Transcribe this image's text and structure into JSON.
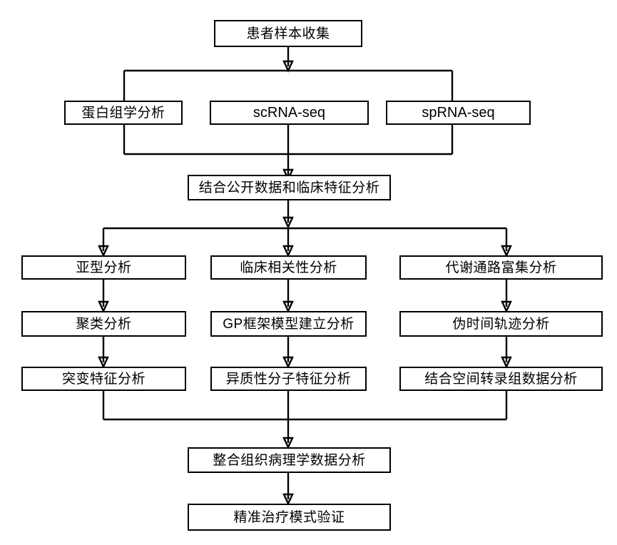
{
  "diagram": {
    "title_text": "",
    "colors": {
      "stroke": "#000000",
      "background": "#ffffff",
      "text": "#000000"
    },
    "levels": [
      {
        "id": "level-1",
        "nodes": [
          {
            "id": "patient-sample-collection",
            "label": "患者样本收集",
            "script": "han"
          }
        ]
      },
      {
        "id": "level-2",
        "nodes": [
          {
            "id": "proteomics-analysis",
            "label": "蛋白组学分析",
            "script": "han"
          },
          {
            "id": "scrna-seq",
            "label": "scRNA-seq",
            "script": "latin"
          },
          {
            "id": "sprna-seq",
            "label": "spRNA-seq",
            "script": "latin"
          }
        ]
      },
      {
        "id": "level-3",
        "nodes": [
          {
            "id": "public-data-clinical-features",
            "label": "结合公开数据和临床特征分析",
            "script": "han"
          }
        ]
      },
      {
        "id": "level-4",
        "nodes": [
          {
            "id": "subtype-analysis",
            "label": "亚型分析",
            "script": "han"
          },
          {
            "id": "clinical-correlation-analysis",
            "label": "临床相关性分析",
            "script": "han"
          },
          {
            "id": "metabolic-pathway-enrichment",
            "label": "代谢通路富集分析",
            "script": "han"
          }
        ]
      },
      {
        "id": "level-5",
        "nodes": [
          {
            "id": "clustering-analysis",
            "label": "聚类分析",
            "script": "han"
          },
          {
            "id": "gp-framework-model",
            "label": "GP框架模型建立分析",
            "script": "han"
          },
          {
            "id": "pseudotime-trajectory-analysis",
            "label": "伪时间轨迹分析",
            "script": "han"
          }
        ]
      },
      {
        "id": "level-6",
        "nodes": [
          {
            "id": "mutation-signature-analysis",
            "label": "突变特征分析",
            "script": "han"
          },
          {
            "id": "heterogeneity-molecular-features",
            "label": "异质性分子特征分析",
            "script": "han"
          },
          {
            "id": "spatial-transcriptome-integration",
            "label": "结合空间转录组数据分析",
            "script": "han"
          }
        ]
      },
      {
        "id": "level-7",
        "nodes": [
          {
            "id": "integrated-histopathology-analysis",
            "label": "整合组织病理学数据分析",
            "script": "han"
          }
        ]
      },
      {
        "id": "level-8",
        "nodes": [
          {
            "id": "precision-therapy-validation",
            "label": "精准治疗模式验证",
            "script": "han"
          }
        ]
      }
    ]
  }
}
